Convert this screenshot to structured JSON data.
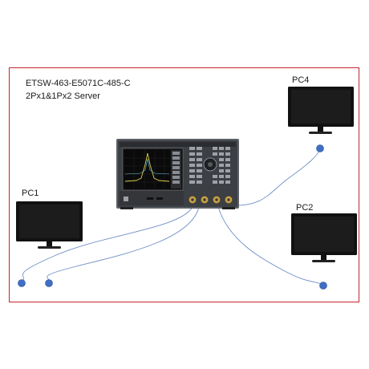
{
  "title": {
    "line1": "ETSW-463-E5071C-485-C",
    "line2": "2Px1&1Px2 Server"
  },
  "pcs": [
    {
      "id": "pc1",
      "label": "PC1"
    },
    {
      "id": "pc2",
      "label": "PC2"
    },
    {
      "id": "pc4",
      "label": "PC4"
    }
  ],
  "colors": {
    "frame": "#c4262e",
    "cable": "#6f8fc7",
    "endpoint": "#3f6fc4",
    "monitor": "#111111",
    "instrument": "#3c3f44"
  },
  "icons": [
    "monitor-icon",
    "network-analyzer-icon",
    "cable-endpoint-icon"
  ]
}
